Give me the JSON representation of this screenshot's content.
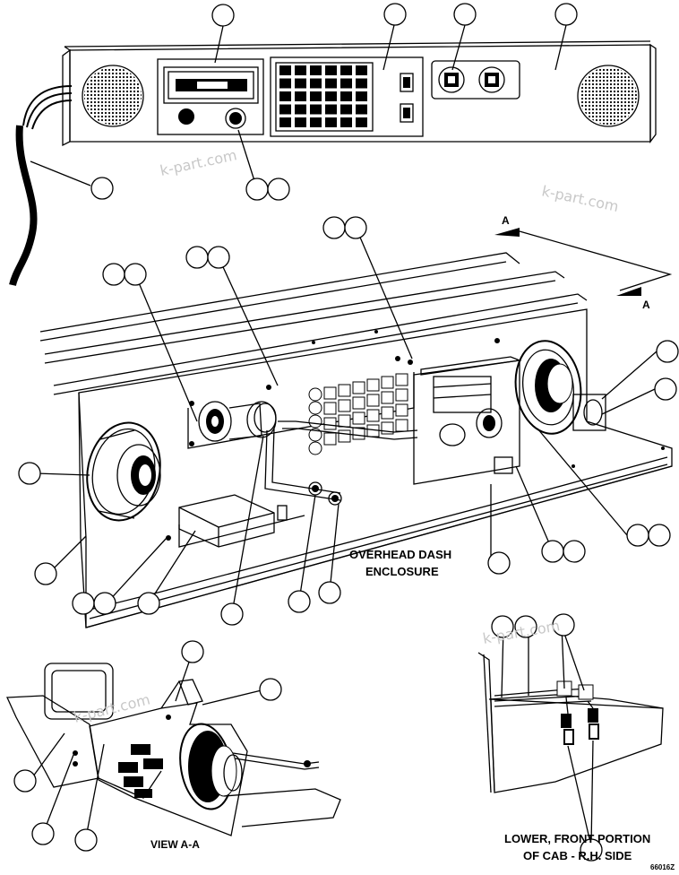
{
  "watermark": "k-part.com",
  "section_arrows": {
    "letter_upper": "A",
    "letter_lower": "A"
  },
  "labels": {
    "overhead": {
      "line1": "OVERHEAD DASH",
      "line2": "ENCLOSURE"
    },
    "view": "VIEW A-A",
    "lower": {
      "line1": "LOWER, FRONT PORTION",
      "line2": "OF CAB - R.H. SIDE"
    }
  },
  "drawing_number": "66016Z"
}
